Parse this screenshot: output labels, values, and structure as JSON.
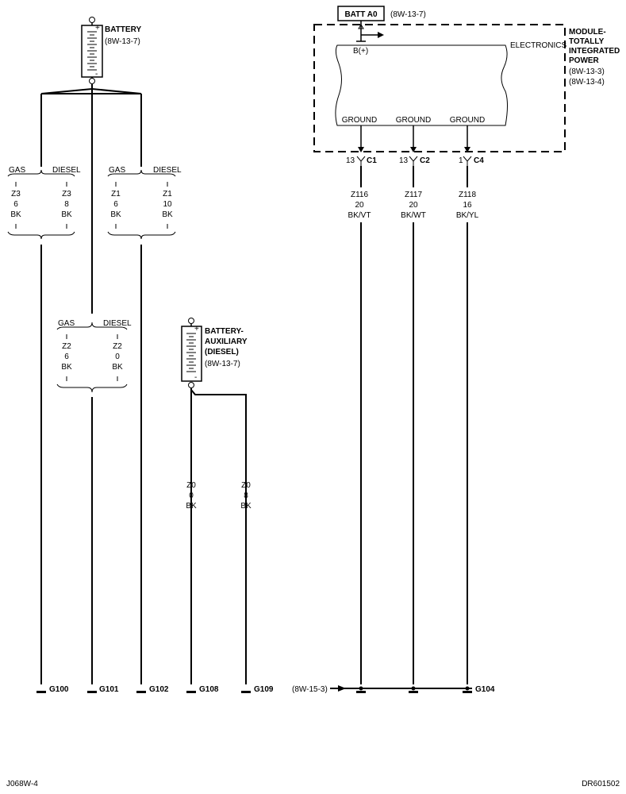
{
  "battery": {
    "name": "BATTERY",
    "ref": "(8W-13-7)",
    "plus": "+",
    "minus": "-"
  },
  "battery_aux": {
    "name1": "BATTERY-",
    "name2": "AUXILIARY",
    "name3": "(DIESEL)",
    "ref": "(8W-13-7)",
    "plus": "+",
    "minus": "-"
  },
  "options": {
    "g1": {
      "left": "GAS",
      "right": "DIESEL",
      "l": [
        "Z3",
        "6",
        "BK"
      ],
      "r": [
        "Z3",
        "8",
        "BK"
      ]
    },
    "g2": {
      "left": "GAS",
      "right": "DIESEL",
      "l": [
        "Z1",
        "6",
        "BK"
      ],
      "r": [
        "Z1",
        "10",
        "BK"
      ]
    },
    "g3": {
      "left": "GAS",
      "right": "DIESEL",
      "l": [
        "Z2",
        "6",
        "BK"
      ],
      "r": [
        "Z2",
        "0",
        "BK"
      ]
    }
  },
  "aux_wires": {
    "a": [
      "Z0",
      "0",
      "BK"
    ],
    "b": [
      "Z0",
      "8",
      "BK"
    ]
  },
  "module": {
    "batt_label": "BATT A0",
    "batt_ref": "(8W-13-7)",
    "bplus": "B(+)",
    "electronics": "ELECTRONICS",
    "name": [
      "MODULE-",
      "TOTALLY",
      "INTEGRATED",
      "POWER"
    ],
    "refs": [
      "(8W-13-3)",
      "(8W-13-4)"
    ],
    "ground": "GROUND"
  },
  "connectors": [
    {
      "pin": "13",
      "name": "C1",
      "wire": [
        "Z116",
        "20",
        "BK/VT"
      ]
    },
    {
      "pin": "13",
      "name": "C2",
      "wire": [
        "Z117",
        "20",
        "BK/WT"
      ]
    },
    {
      "pin": "1",
      "name": "C4",
      "wire": [
        "Z118",
        "16",
        "BK/YL"
      ]
    }
  ],
  "grounds": {
    "g100": "G100",
    "g101": "G101",
    "g102": "G102",
    "g108": "G108",
    "g109": "G109",
    "g104": "G104",
    "ref": "(8W-15-3)"
  },
  "footer": {
    "left": "J068W-4",
    "right": "DR601502"
  }
}
